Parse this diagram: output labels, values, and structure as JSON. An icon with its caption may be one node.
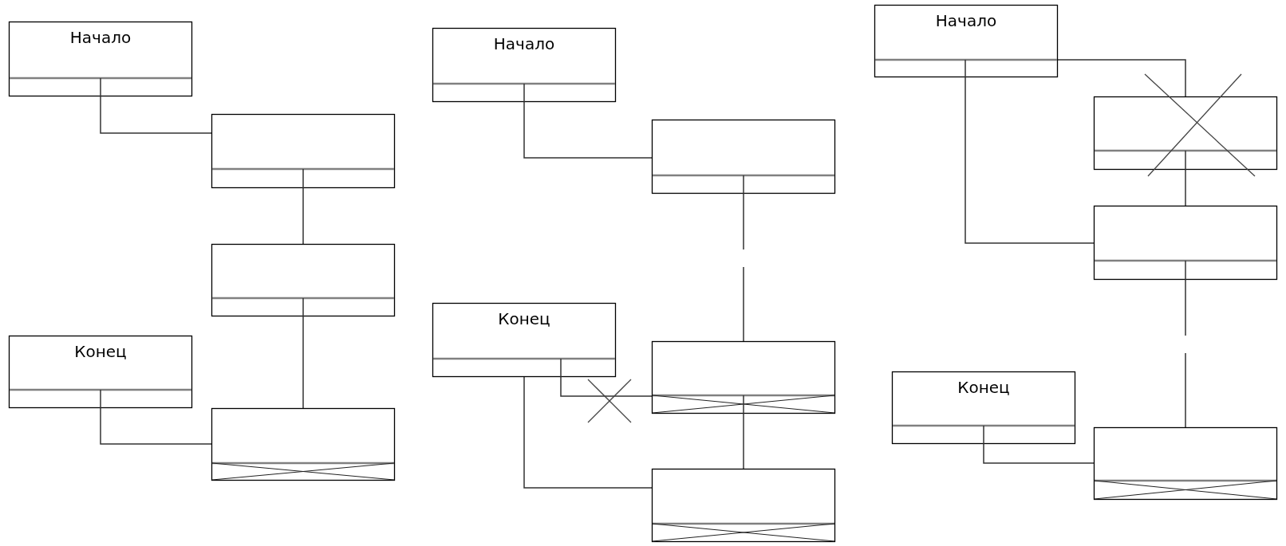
{
  "diagram": {
    "nodes": [
      {
        "text": [
          "Начало"
        ]
      },
      {
        "text": [],
        "shape": "box"
      },
      {
        "text": [],
        "shape": "box"
      },
      {
        "text": [
          "Конец"
        ]
      },
      {
        "text": [],
        "shape": "box"
      },
      {
        "text": [
          "Начало"
        ]
      },
      {
        "text": [],
        "shape": "box"
      },
      {
        "text": [
          "Конец"
        ]
      },
      {
        "text": [],
        "shape": "box"
      },
      {
        "text": [],
        "shape": "box"
      },
      {
        "text": [
          "Начало"
        ]
      },
      {
        "text": [],
        "shape": "box"
      },
      {
        "text": [],
        "shape": "box"
      },
      {
        "text": [
          "Конец"
        ]
      },
      {
        "text": [],
        "shape": "box"
      }
    ],
    "edges": [
      {
        "from": 0,
        "to": 1,
        "arrow": "none"
      },
      {
        "from": 1,
        "to": 2,
        "arrow": "none"
      },
      {
        "from": 2,
        "to": 4,
        "arrow": "none"
      },
      {
        "from": 3,
        "to": 4,
        "arrow": "none"
      },
      {
        "from": 5,
        "to": 6,
        "arrow": "none"
      },
      {
        "from": 6,
        "to": 8,
        "arrow": "none",
        "style": "dashed"
      },
      {
        "from": 8,
        "to": 9,
        "arrow": "none"
      },
      {
        "from": 7,
        "to": 8,
        "arrow": "none"
      },
      {
        "from": 7,
        "to": 9,
        "arrow": "none"
      },
      {
        "from": 10,
        "to": 11,
        "arrow": "none"
      },
      {
        "from": 10,
        "to": 12,
        "arrow": "none"
      },
      {
        "from": 11,
        "to": 12,
        "arrow": "none"
      },
      {
        "from": 12,
        "to": 14,
        "arrow": "none",
        "style": "dashed"
      },
      {
        "from": 13,
        "to": 14,
        "arrow": "none"
      }
    ]
  }
}
